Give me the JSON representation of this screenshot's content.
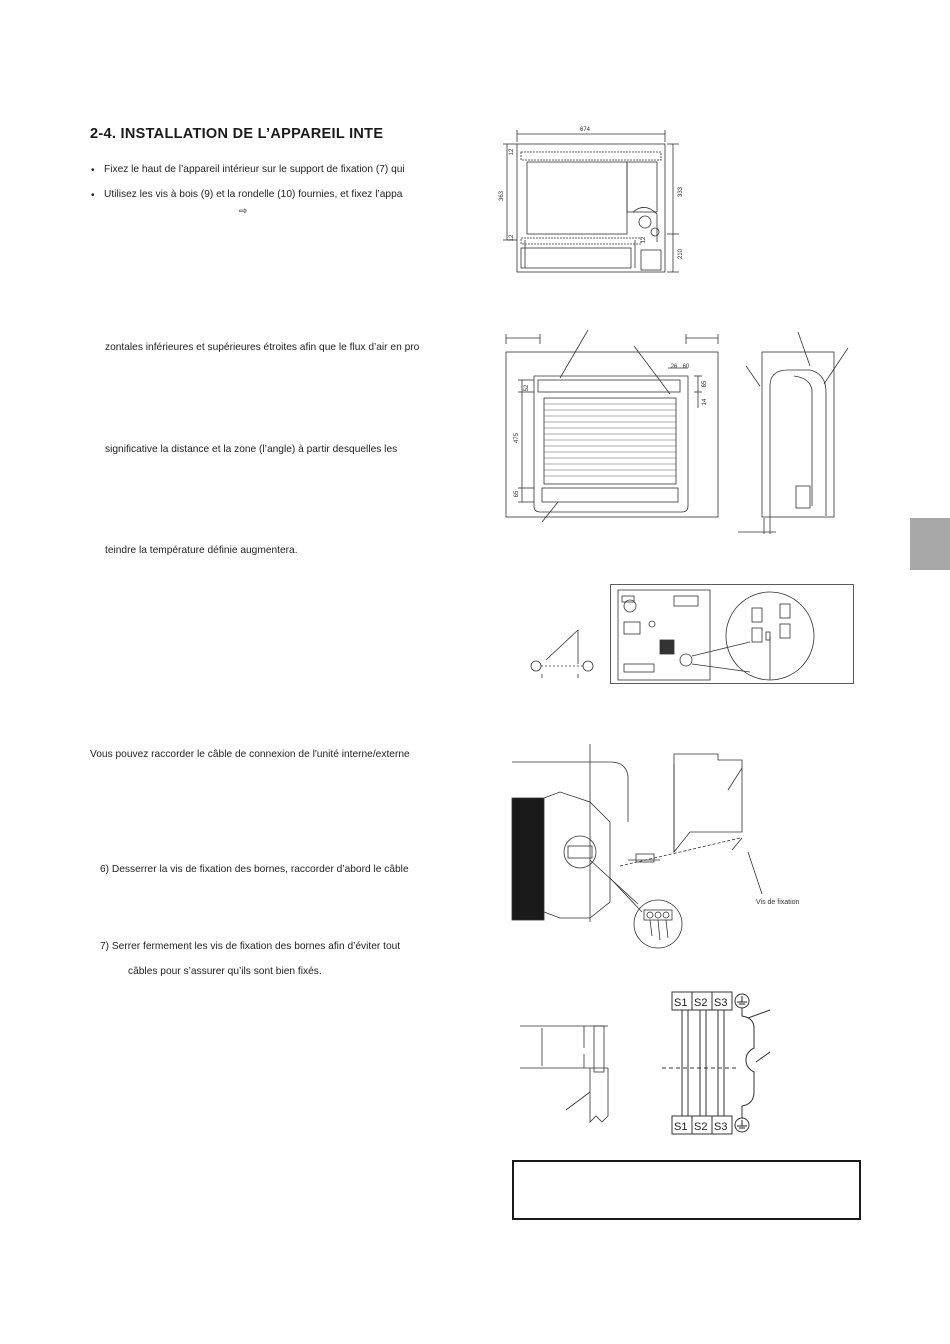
{
  "section": {
    "title": "2-4. INSTALLATION DE L’APPAREIL INTE"
  },
  "paragraphs": {
    "b1": "Fixez le haut de l’appareil intérieur sur le support de fixation (7) qui",
    "b2": "Utilisez les vis à bois (9) et la rondelle (10) fournies, et fixez l’appa",
    "b2_arrow": "⇨",
    "p3": "zontales inférieures et supérieures étroites afin que le flux d’air en pro",
    "p4": "significative la distance et la zone (l’angle) à partir desquelles les",
    "p5": "teindre la température définie augmentera.",
    "p6": "Vous pouvez raccorder le câble de connexion de l'unité interne/externe",
    "p7": "6) Desserrer la vis de fixation des bornes, raccorder d’abord le câble",
    "p8": "7) Serrer fermement les vis de fixation des bornes afin d’éviter tout",
    "p9": "câbles pour s’assurer qu’ils sont bien fixés."
  },
  "diagram1": {
    "d674": "674",
    "d363": "363",
    "d333": "333",
    "d210": "210",
    "d12a": "12",
    "d12b": "12",
    "d12c": "12"
  },
  "diagram2": {
    "d26": "26",
    "d60": "60",
    "d52": "52",
    "d65": "65",
    "d14": "14",
    "d475": "475",
    "d65b": "65"
  },
  "diagram5": {
    "label": "Vis de fixation"
  },
  "diagram6": {
    "s1": "S1",
    "s2": "S2",
    "s3": "S3"
  }
}
